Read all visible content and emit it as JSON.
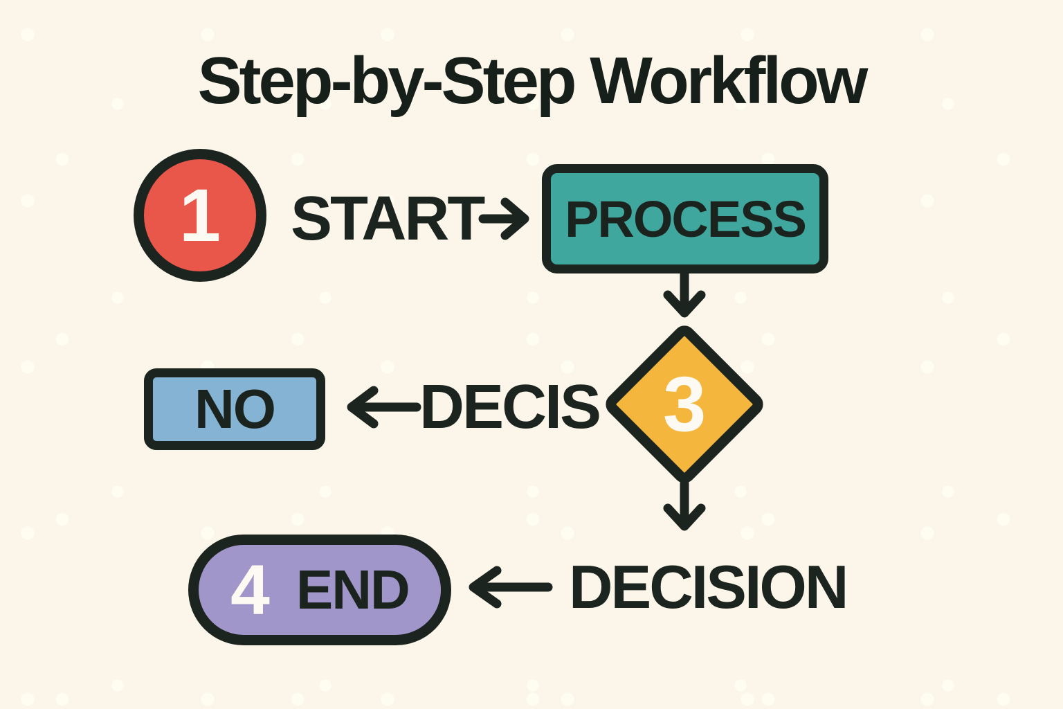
{
  "title": "Step-by-Step Workflow",
  "nodes": {
    "step1": {
      "badge": "1",
      "label": "START"
    },
    "process": {
      "label": "PROCESS"
    },
    "decision_diamond": {
      "badge": "3"
    },
    "no": {
      "label": "NO"
    },
    "decis": {
      "label": "DECIS"
    },
    "end": {
      "badge": "4",
      "label": "END"
    },
    "decision_text": {
      "label": "DECISION"
    }
  },
  "edges": [
    {
      "from": "start",
      "to": "process",
      "direction": "right"
    },
    {
      "from": "process",
      "to": "decision_diamond",
      "direction": "down"
    },
    {
      "from": "decis",
      "to": "no",
      "direction": "left"
    },
    {
      "from": "decision_diamond",
      "to": "decision_text",
      "direction": "down"
    },
    {
      "from": "decision_text",
      "to": "end",
      "direction": "left"
    }
  ],
  "colors": {
    "background": "#fbf6e9",
    "ink": "#1c241f",
    "step1_red": "#e8574a",
    "process_teal": "#3fa79d",
    "decision_yellow": "#f4b63c",
    "no_blue": "#85b3d3",
    "end_purple": "#a096c9",
    "badge_white": "#fdfaf3"
  }
}
